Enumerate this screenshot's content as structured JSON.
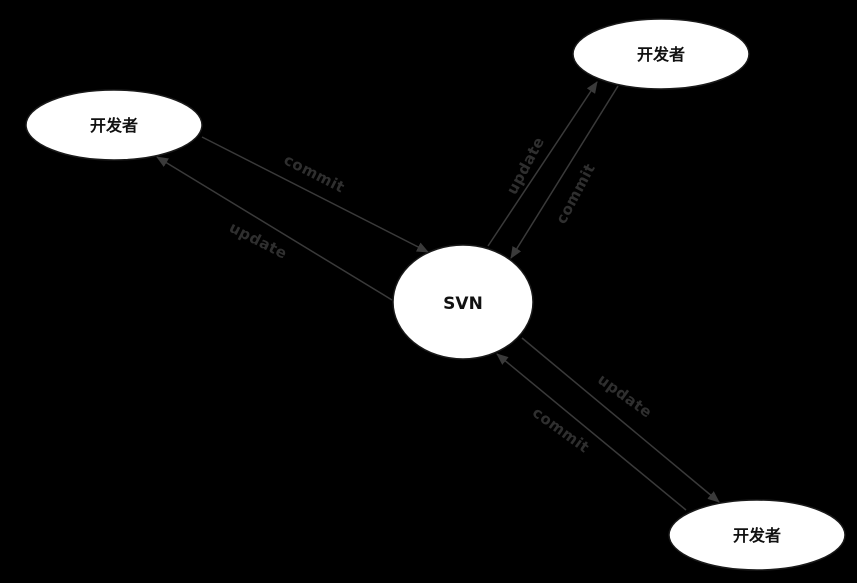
{
  "diagram": {
    "hub": {
      "label": "SVN"
    },
    "developers": [
      {
        "label": "开发者"
      },
      {
        "label": "开发者"
      },
      {
        "label": "开发者"
      }
    ],
    "edges": [
      {
        "label": "commit"
      },
      {
        "label": "update"
      },
      {
        "label": "update"
      },
      {
        "label": "commit"
      },
      {
        "label": "update"
      },
      {
        "label": "commit"
      }
    ],
    "colors": {
      "background": "#000000",
      "node_fill": "#ffffff",
      "arrow": "#3a3a3a",
      "text": "#111111"
    }
  }
}
